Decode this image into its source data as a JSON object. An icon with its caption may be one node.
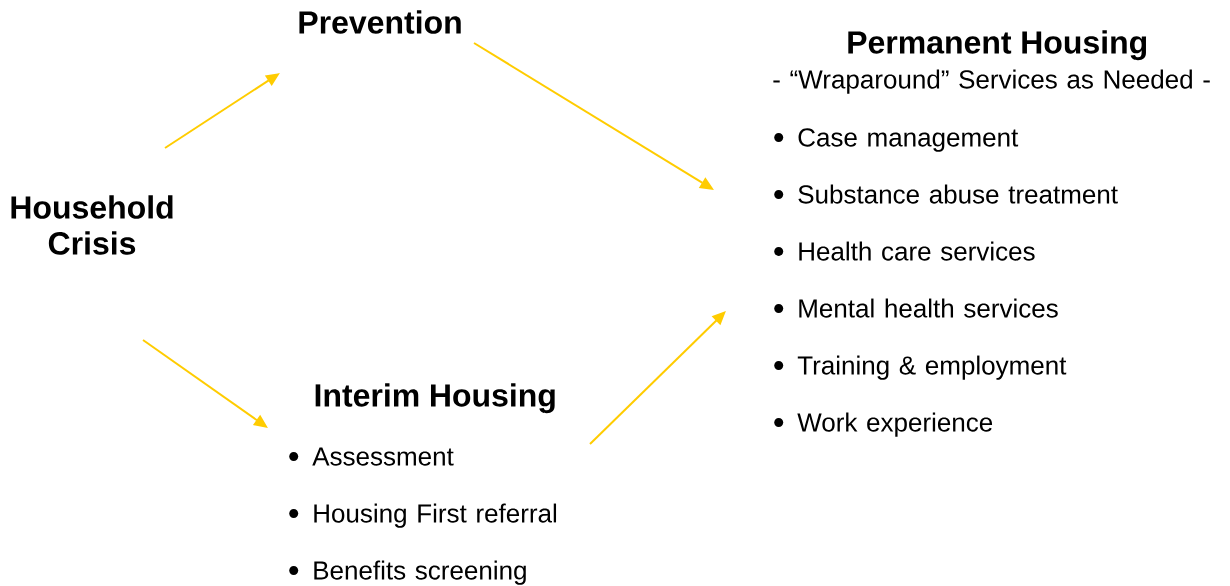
{
  "diagram": {
    "nodes": [
      {
        "text": [
          "Household Crisis"
        ]
      },
      {
        "text": [
          "Prevention"
        ]
      },
      {
        "text": [
          "Interim Housing",
          "Assessment",
          "Housing First referral",
          "Benefits screening"
        ]
      },
      {
        "text": [
          "Permanent Housing",
          "- “Wraparound” Services as Needed -",
          "Case management",
          "Substance abuse treatment",
          "Health care services",
          "Mental health services",
          "Training & employment",
          "Work experience"
        ]
      }
    ],
    "edges": [
      {
        "from": 0,
        "to": 1,
        "arrow": "to"
      },
      {
        "from": 0,
        "to": 2,
        "arrow": "to"
      },
      {
        "from": 1,
        "to": 3,
        "arrow": "to"
      },
      {
        "from": 2,
        "to": 3,
        "arrow": "to"
      }
    ]
  }
}
